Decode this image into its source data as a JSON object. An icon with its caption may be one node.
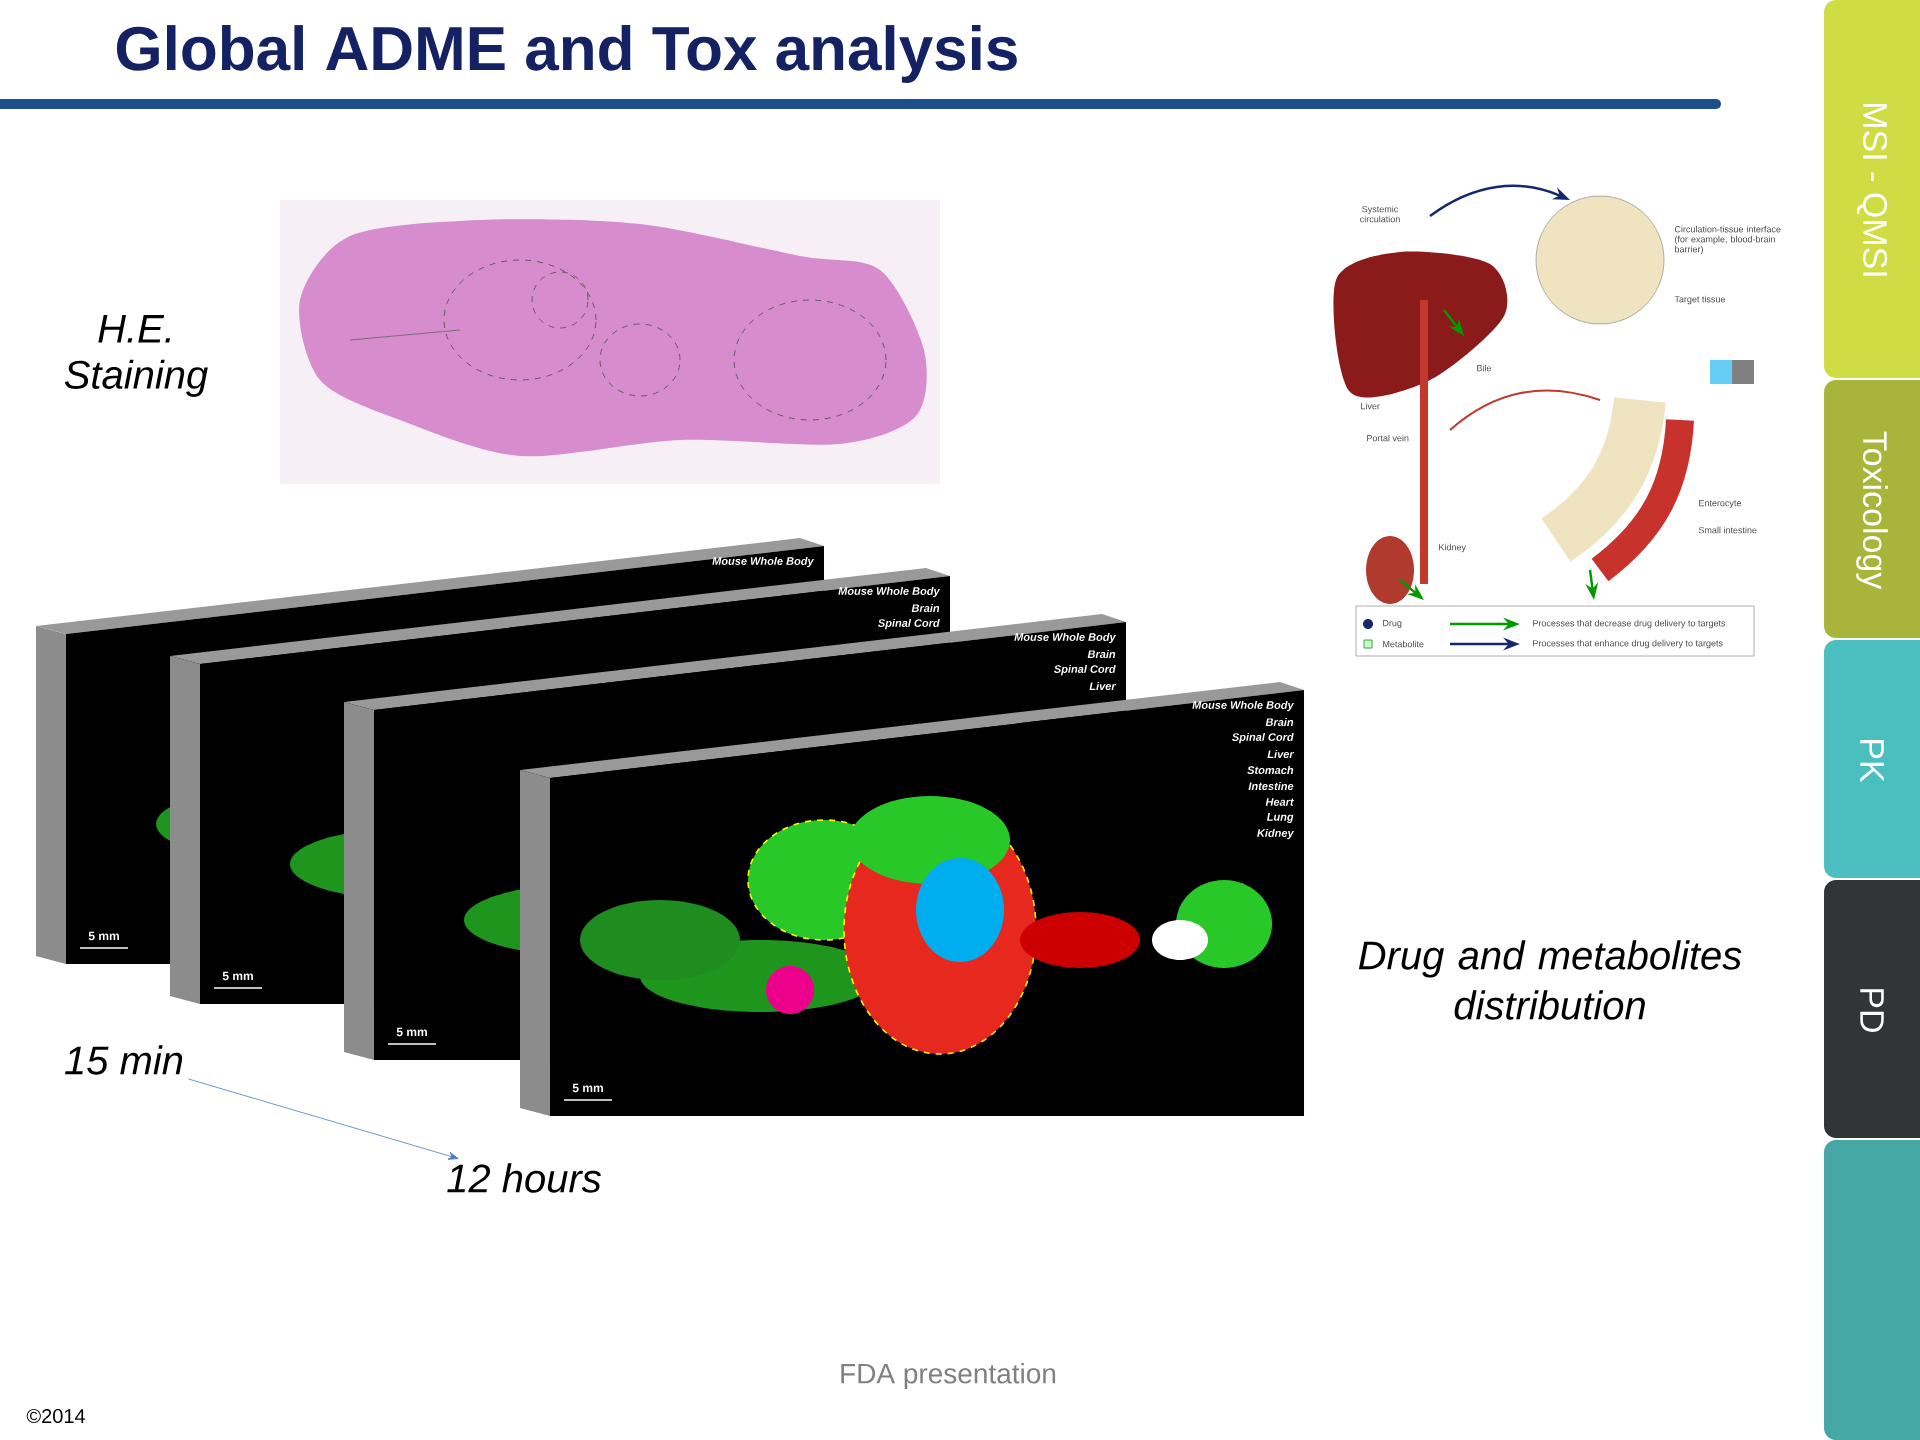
{
  "diagram": {
    "title": "Global ADME and Tox analysis",
    "nodes": [
      {
        "text": [
          "15 min"
        ]
      },
      {
        "text": [
          "12 hours"
        ]
      }
    ],
    "edges": [
      {
        "from": 0,
        "to": 1,
        "arrow": "to"
      }
    ],
    "labels": [
      "H.E. Staining",
      "Systemic circulation",
      "Circulation-tissue interface (for example, blood-brain barrier)",
      "Target tissue",
      "Bile",
      "Liver",
      "Portal vein",
      "Enterocyte",
      "Small intestine",
      "Kidney",
      "Mouse Whole Body",
      "Mouse Whole Body",
      "Brain",
      "Spinal Cord",
      "Mouse Whole Body",
      "Brain",
      "Spinal Cord",
      "Liver",
      "Mouse Whole Body",
      "Brain",
      "Spinal Cord",
      "Liver",
      "Stomach",
      "Intestine",
      "Heart",
      "Lung",
      "Kidney",
      "5 mm",
      "5 mm",
      "5 mm",
      "5 mm",
      "Drug and metabolites distribution",
      "MSI - QMSI",
      "Toxicology",
      "PK",
      "PD",
      "FDA presentation",
      "©2014"
    ],
    "legend": [
      {
        "text": "Drug"
      },
      {
        "text": "Metabolite"
      },
      {
        "text": "Processes that decrease drug delivery to targets"
      },
      {
        "text": "Processes that enhance drug delivery to targets"
      }
    ]
  }
}
